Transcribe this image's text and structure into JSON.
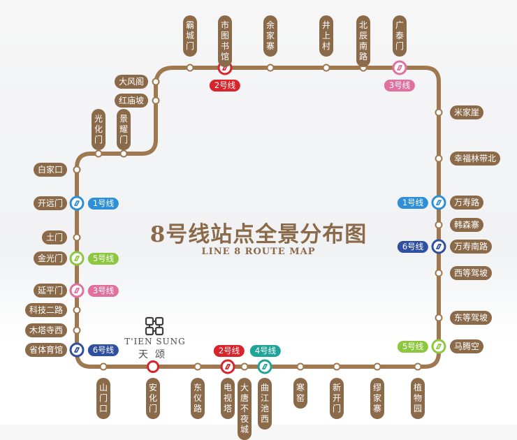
{
  "title": "8号线站点全景分布图",
  "subtitle": "LINE 8 ROUTE MAP",
  "brand": {
    "en": "T'IEN SUNG",
    "cn": "天颂",
    "logo": "tiensung-knot-logo"
  },
  "colors": {
    "route": "#a07850",
    "label_bg": "#8b6a4a",
    "line1": "#2f8fd6",
    "line2": "#d9242b",
    "line3": "#e0709e",
    "line4": "#21a39a",
    "line5": "#8dc63f",
    "line6": "#2f4fa0"
  },
  "stations": {
    "top": [
      "霸城门",
      "市图书馆",
      "余家寨",
      "井上村",
      "北辰南路",
      "广泰门"
    ],
    "upper_left": [
      "大风阁",
      "红庙坡"
    ],
    "mid_left": [
      "光化门",
      "景耀门"
    ],
    "left": [
      "白家口",
      "开远门",
      "土门",
      "金光门",
      "延平门",
      "科技二路",
      "木塔寺西",
      "省体育馆"
    ],
    "bottom": [
      "山门口",
      "安化门",
      "东仪路",
      "电视塔",
      "大唐不夜城",
      "曲江池西",
      "寒窑",
      "新开门",
      "缪家寨",
      "植物园"
    ],
    "right": [
      "米家崖",
      "幸福林带北",
      "万寿路",
      "韩森寨",
      "万寿南路",
      "西等驾坡",
      "东等驾坡",
      "马腾空"
    ]
  },
  "transfer_badges": {
    "shitushuguan": "2号线",
    "guangtaimen": "3号线",
    "kaiyuanmen": "1号线",
    "jinguangmen": "5号线",
    "yanpingmen": "3号线",
    "shengtiyuguan": "6号线",
    "dianshita": "2号线",
    "qujiangchixi": "4号线",
    "wanshoulu": "1号线",
    "wanshounanlu": "6号线",
    "mateng": "5号线"
  }
}
